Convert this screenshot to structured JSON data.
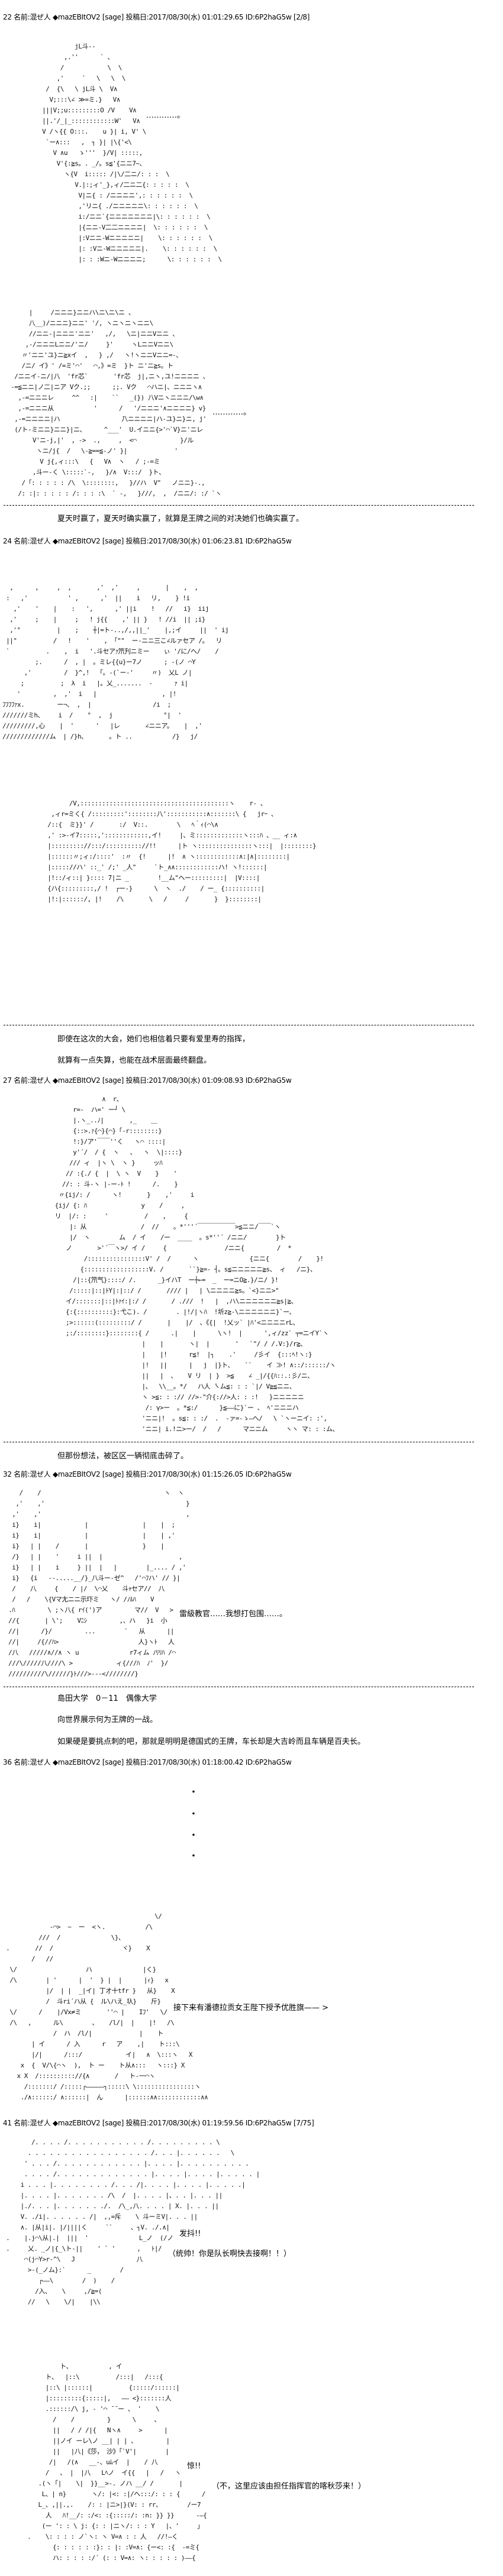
{
  "posts": [
    {
      "header": "22 名前:混ぜ人 ◆mazEBItOV2 [sage] 投稿日:2017/08/30(水) 01:01:29.65 ID:6P2haG5w [2/8]",
      "art": [
        [
          "          jL斗--",
          "       ,.''      ` 、",
          "      /            \\  \\",
          "     ,'     `   \\   \\  \\",
          "  /  {\\   \\ jL斗 \\  V∧",
          "   V;:::\\∠ ≫=ミ.}   V∧",
          " |||V;;u:::::::::O /V    V∧",
          " ||.'/_|_::::::::::::W'   V∧",
          " V /ヽ{{ O:::.    u }| i, V' \\",
          "  `ー∧:::   ,  ┐ }| |\\{'<\\",
          "    V ∧u   ゝ'''  }/V| :::::,",
          "     V'{:≧s。. _/。s≦'{ニニ7~、",
          "       ヽ{V  i::::: /|\\/二ニ/: : :  \\",
          "          V.|:;ィ'_},ィ/二ニ二{: : : : :  \\",
          "           V|ニ{ : /ニニニニ',: : : : : :  \\",
          "           ,'リニ{ ./ニニニニニ\\: : : : : :  \\",
          "           i:/ニニ`{ニニニニニニニ|\\: : : : : :  \\",
          "           |{ニニ-V二二ニニニニ|  \\: : : : : :  \\",
          "           |:Vニニ-Wニニニニニ|    \\: : : : : :  \\",
          "           |: :Vニ-Wニニニニニ|.    \\: : : : : :  \\",
          "           |: : :Wニ-Wニニニニ;      \\: : : : : :  \\"
        ],
        [
          "      |     /ニニニ}ニニハ\\ニ\\ニ\\ニ 、",
          "      八__)/ニニニ}ニニ' '/, ヽニヽニヽニニ\\",
          "      //ニニ-|ニニニ'ニニ'   ,/,   \\ニ|ニニVニニ 、",
          "     ,-/ニニニLニニ/'ニ/     }'     ヽLニニVニニ\\",
          "    〃'ニニ'ユ}ニ≧xイ  ,   } ,/   ヽ!ヽニニVニニ=-、",
          "    /ニ/ イ》' /=ミ'⌒'   ⌒,》=ミ  }ト ニ'ニ≧s。ト",
          "  /ニニイ-ニ/|八  'fr芯`       'fr芯  j|,ニヽ,ユ!ニニニニ 、",
          " -=≦ニニ|ノ二|ニア Vク.;;      ;;. Vク   ⌒ハニ|、ニニニヽ∧",
          "   ,-=ニニニレ     ^^   :|    ``   _(}) 八Vニヽニニニ/\\w∧",
          "   ,-=ニニニ从           '      /   '/ニニニ'∧ニニニニ} v}",
          "  ,-=ニニニニ|ハ                 ̄八ニニニニ|ハ-ユ}ニ}ニ, j'",
          "  (/ト-ミニニ}ニニ}|ニ、     ^___'  U.イニニ{>'⌒`V}ニ'ニレ",
          "       V'ニ-j,|'  , ->  .,     ,  <⌒            }/ル",
          "        ヽニ/j{  /   \\-≧==≦-ノ' }|             '",
          "         V j{,ィ:::\\   {   V∧  ヽ   / ;-=ミ",
          "       ,斗ー-く \\:::::`-,   }/∧  V:::/  }ト、",
          "    /「: : : : : /\\  \\::::::::,   }//ハ  V\"   ノニニ}-.,",
          "   /: :|: : : : : /: : : :\\  ` -,   }///,  ,  /ニニ/: :/ `ヽ"
        ]
      ],
      "asides": [
        "…………。",
        "…………。"
      ],
      "dialog": [
        "夏天时赢了，夏天时确实赢了，就算是王牌之间的对决她们也确实赢了。"
      ]
    },
    {
      "header": "24 名前:混ぜ人 ◆mazEBItOV2 [sage] 投稿日:2017/08/30(水) 01:06:23.81 ID:6P2haG5w",
      "art": [
        [
          "  ,      ,     ,  ,       ,'  ,'     ,       |    ,  ,",
          " :   ,'           ' ,      ,'  ||    i   リ,    } !i",
          "   ,'    '    |    :   ',      ,' ||i    !   //   i}  iij",
          "  ,'     ;    |     ;   ! j{{    ,' || }   ! //i  || ;i}",
          "  ,'°          |    ;    ┼|=ト-..,/,,||_'    |,;イ     ||  ' ij",
          " ||°          /   !    '    , 「\"\"  ー-ニニ三こ∠ルァセア /。  リ",
          " `          .    ,  i   '.斗セアｧ笊刋ニミー    ぃ '/に/へ/    /",
          "         ;.      /  , |  。ミレ{{u}ー7ノ      ; -(ノ ⌒Y",
          "      ,'         /  }^,!  「。-(`ー-'     〃)  乂L ノ|",
          "     ;          ;  λ  i   |。乂_.......  -      ｧ i|",
          "    '         ,  ,'  i   |                  , |!",
          "ﾌﾌﾌﾌｧx.         ー¬、 ,  |                 /i  ;",
          "///////ミh、    i  /    °  ,  j              °|  '",
          "/////////,心    |  '      '   |レ       ∠ニニア。   |  ,'",
          "/////////////ム  | /}h、      。ト ..           /}   j/"
        ],
        [
          "        /V,:::::::::::::::::::::::::::::::::::::::::ヽ    r‐ 、",
          "   ,ィr=ミく{ /:::::::::'::::::::八':::::::::::∧:::::::\\ {   jrｰ 、",
          "  /::{  ミ}}' /       :/  V::.        \\   ﾍ｀ｨ(⌒\\∧",
          "  ,' :>-イ7:::::,'::::::::::::,イ!     |、ミ:::::::::::::ヽ:::ﾊ 、__ ィ:∧",
          "  |::::::::://:::/:::::::::://!!      |ト ヽ:::::::::::::::ヽ:::|  |::::::::}",
          "  |::::::〃;ィ:/::::'  :〃  {!      |!  ∧ ヽ::::::::::::∧:|∧|::::::::|",
          "  |::::://ハ' ::_' /;' _人\"     `ト_∧∧::::::::::::ハ! ヽ!::::::|",
          "  |!::/ィ::| }:::: ̄7|ニ _        !__ム\"ヘー:::::::::|  |V::::|",
          "  {ハ{:::::::::,/ !  ┌ー‐}      \\  ヽ  ./    / ー_ {::::::::::|",
          "  |!:|::::::/, |!    /\\       \\   /     /       }  }::::::::|"
        ]
      ],
      "dialog": [
        "即使在这次的大会，她们也相信着只要有爱里寿的指挥，",
        "就算有一点失算，也能在战术层面最终翻盘。"
      ]
    },
    {
      "header": "27 名前:混ぜ人 ◆mazEBItOV2 [sage] 投稿日:2017/08/30(水) 01:09:08.93 ID:6P2haG5w",
      "art": [
        [
          "                  ∧  r、",
          "          r=-  ハ=' ー┘ \\",
          "          |.ヽ_..ﾉ|       ,_    ＿",
          "          {::>.ｧ{⌒}{⌒}「‐r::::::::}",
          "          !:}/ア'￣￣''く   ヽ⌒ ::::|",
          "          y'´/  / {  ヽ   、  ヽ  \\|::::}",
          "         /// ィ  |ヽ \\  ヽ }     ッﾊ",
          "        // :{./ {  |  \\ ヽ  V    }    '",
          "       //: : 斗-ヽ |-ー-ﾄ !      /.    }",
          "      〃{ij/: /      ヽ!       }    ,'     i",
          "     {ij/ {: ﾊ               y    /     ,",
          "     リ  |/: :     '          /    ,     {",
          "         |: 从               /  //    。*'''´￣￣￣￣￣￣>≦ニニ/￣￣`ヽ",
          "         |/  ヽ        ム  / イ    /ー  ____  。s*''´ /ニニ/        }ト",
          "        ノ       >'´￣ヽ>/ イ /     {                /ニニ{         /  *",
          "             /::::::::::::::::V' /  /      ヽ              {ニニ{        /    }!",
          "            {::::::::::::::::::V. /       ``}≧=- ┤。s≦ニニニニニ≧s、 ィ   /ニ}、",
          "          /|::{笊气}::::/ /.      _}イハT  ー┼←=  _  ー=ニO≧.}/ニ/ }!",
          "         /:::::|::|ﾄY|:|::/ /       //// |   | \\ニニニニ≧s。`<}ニニ>\"",
          "        イ/:::::::|::|ﾄｧｲ:|:/ /       / .///  !   |  ,ハ\\ニニニニニニ≧s|≧、",
          "        {:{::::::::::}:弋こ). /        . |!/|ヽﾊ  !圻z≧-\\ニニニニニニ}`ー、",
          "        ;>::::::(:::::::::/ /       |    |/  、《{|  !乂ッ` |ﾊ'<ニニニニrL、",
          "        ;:/::::::::}::::::::{ /      .|    |      \\ヽ!  |      ',ィ/zz` ┬=ニイY`ヽ",
          "                             |    |       ヽ|  |       '   `\"/ / /.V:}/r≧、",
          "                             |    |!      r≦!  |┐    .'     /彡イ  {:::ﾍ!ヽ:}",
          "                             |!   ||      |   j  |}ト、   ``    イ ≫! ∧::/::::::/ヽ",
          "                             ||   |  、   V リ  | }  >≦    ∠ _|/{{ﾊ::.:彡/ニ、",
          "                             |、  \\\\__。*/   ハ人 ̄ヽム≦: : : `|/ V≧≦ニニ、",
          "                             ヽ >≦: : :// //>-\"介{://>人: : :!   }ニニニニニ",
          "                              /: γ>ー  。*≦:/      }≦――に}`ー 、 ﾍ'ニニニハ",
          "                             'ニニ|!  。s≦: : :/  .  -ァ=-ゝ―へ/   \\ `ヽーニイ: :',",
          "                             'ニニ| i.!ニ>ー/  /   /      マニニム     ヽヽ マ: : :ム、"
        ]
      ],
      "dialog": [
        "但那份想法，被区区一辆彻底击碎了。"
      ]
    },
    {
      "header": "32 名前:混ぜ人 ◆mazEBItOV2 [sage] 投稿日:2017/08/30(水) 01:15:26.05 ID:6P2haG5w",
      "art": [
        [
          "    /    /                                  ヽ  ヽ",
          "   ,'    ,'                                       }",
          "  ,'    ,'                                        ,",
          "  i}    i|            |               |    |  ;",
          "  i}    i|            |               |    | ,'",
          "  i}   | |    /       |               }    |",
          "  /}   | |    '     i ||  |                     ,",
          "  i}   | |    i     } ||  |   |        |_.... / ,'",
          "  i}   {i   --.....__/}_八斗ー-ゼ^   /'⌒ﾌハ' // }|",
          "  /    八     {    / |/  \\⌒乂    斗ｬセア//  八",
          "  /   /    \\{Vマ尢ニニ示圷ミ   ヽ/ /ﾉﾙﾊ    V",
          " .ﾊ         \\ ;ヽ八{ rｲ(')ア         マ//  V   >",
          " //{       | \\';    Vﾆｼ         ,、ハ   }i  小",
          " //|      /}/         ...        `   从      ||",
          " //|     /{//ﾊ>                      人}ヽﾄ   人",
          " /八   /////∧//∧ ヽ u              r7ィム ﾉﾘﾘﾊ /⌒",
          " ///\\/////八////\\ >            ィ{///ﾊ  ﾉ'  }/",
          " //////////\\//////}ﾄ///>---<////////}"
        ]
      ],
      "asides": [
        "雷級教官……我想打包围……。"
      ],
      "dialog": [
        "島田大学　0－11　偶像大学",
        "向世界展示何为王牌的一战。",
        "如果硬是要挑点刺的吧，那就是明明是德国式的王牌，车长却是大吉岭而且车辆是百夫长。"
      ]
    },
    {
      "header": "36 名前:混ぜ人 ◆mazEBItOV2 [sage] 投稿日:2017/08/30(水) 01:18:00.42 ID:6P2haG5w",
      "dots": [
        "・",
        "・",
        "・",
        "・"
      ],
      "art": [
        [
          "                                          \\/",
          "             -⌒>  ~  ー  <ヽ.           /\\",
          "          ///  /              \\}、",
          " .       //  /                   ヾ}    X",
          "        /   //",
          "  \\/                   ハ              |く}",
          "  /\\        | '      |  '  } |  |      |ｨ}   x",
          "            |/  | |  _|イ| 丁オ十tfr }   从}    X",
          "            /  斗ri´ハ从 {  ル\\ハえ_圦}    斤}",
          "  \\/      /    |/Vx≠ミ       ''⌒ |    Iﾌ'   \\/",
          "  /\\   ,      ル\\        、   /l/|  |    |!   /\\",
          "              /  ハ  /l/|             |    ト",
          "        | イ      / 入      r   ア    ,|    ト:::\\",
          "        |/|      /:::/            イ|   ∧  \\:::ヽ   X",
          "     x  {  V/\\{⌒ヽ  ),  ト ー    ト从∧:::   ヽ:::} X",
          "    x X  /:::::::::://{∧       /   ト-一⌒ヽ",
          "      /:::::::/ /:::::┌―――――┐:::::\\ \\::::::::::::::::ヽ",
          "     ./∧::::::/ ∧::::::|  ん      |::::::∧∧::::::::::::∧∧"
        ]
      ],
      "asides": [
        "接下来有潘德拉贡女王陛下授予优胜旗—— >"
      ]
    },
    {
      "header": "41 名前:混ぜ人 ◆mazEBItOV2 [sage] 投稿日:2017/08/30(水) 01:19:59.56 ID:6P2haG5w [7/75]",
      "art": [
        [
          "        /. . . . /. . . . . . . . . . . /. . . . . . . . . \\",
          "       . . . . . . . . . . . . . . . . . /. . . |. . . . . .   \\",
          "      ' . . . /. . . . . . . . . . . . |. . . . |. . . . . . . . . .",
          "      . . . . /. . . . . . . . . . . . . |. . . . |. . . . |. . . . . |",
          "     i . . . |. . . . . . . . /. . . /|. . . . |. . . . |. . . . .|",
          "     |. . . . |. . . . . . . /\\  /  |. . . . |、. . |. . . ||",
          "     |./. . . |. . . . . . ./.  /\\_,八. . . . | X. |. . . ||",
          "     V. ./i|. . . . . . /|  ,,=斥    \\ 斗ーミV|. . . ||",
          "     ∧. |从|i|. |/||||く     ``     、┐V. ./.∧|",
          " .    |.j⌒\\从|.|  |||  '              L_ノ  (/ノ",
          " .     乂. _ノ|{_\\ト-||    ' ` '      ,   ﾄ|/",
          "      ⌒(j⌒Y>r‐^\\   J                 八",
          "       >-(_ノム}:`      _        /",
          "          ┌――\\        /  )    /",
          "         /入、   \\     ,/≧=(",
          "       //   \\    \\/|    |\\\\"
        ],
        [
          "          ト、          , イ",
          "      ト、  |::\\          /:::|   /:::{",
          "      |::\\ |::::::|          {:::::/::::::|",
          "      |:::::::::{:::::|,   ―― <}:::::::人",
          "      .::::::/\\ j, - '⌒ ̄ ̄ ー 、 '    \\",
          "        /    /         }      \\     、",
          "        ||   / / /|{   Nヽ∧     >      |",
          "        ||ノイ ーレ\\ノ __| | | 、        |",
          "        ||   |八|《莎， 沙》「`V'|        |",
          "       /|   /(∧   __-、uﾑイ  |    / 八",
          "      /   、 |  |八   Lﾍノ  イ{{   |   /   ヽ",
          "    .(ヽ「|    \\|  }}__>-. ノハ __/ /       |",
          "     L、| n}       ヽ/: |<: :|/へ:::/: : : {      /",
          "    L_、,||.,.    /: : |ニ>|}(V: : rr、       /ー7",
          "      人   ﾊ!__/: :/<: :{:::::/: :n: }} }}      -―{",
          "     (ー ': : \\ j: {: : |ニヽ/: : : Y   |、'     」",
          " .    \\: : : : ノ`ヽ: ヽ V=∧ : : 人   //!―く",
          "        {: : : : : :}: : |: :V=∧: {ー<: :{  -=ミ{",
          "        ハ: : : : :/´ (: : V=∧: ヽ: : : : : )――{"
        ]
      ],
      "asides": [
        "发抖!!",
        "（统帅！你是队长啊快去接啊！！）",
        "惊!!",
        "（不，这里应该由担任指挥官的喀秋莎来！）"
      ]
    }
  ]
}
